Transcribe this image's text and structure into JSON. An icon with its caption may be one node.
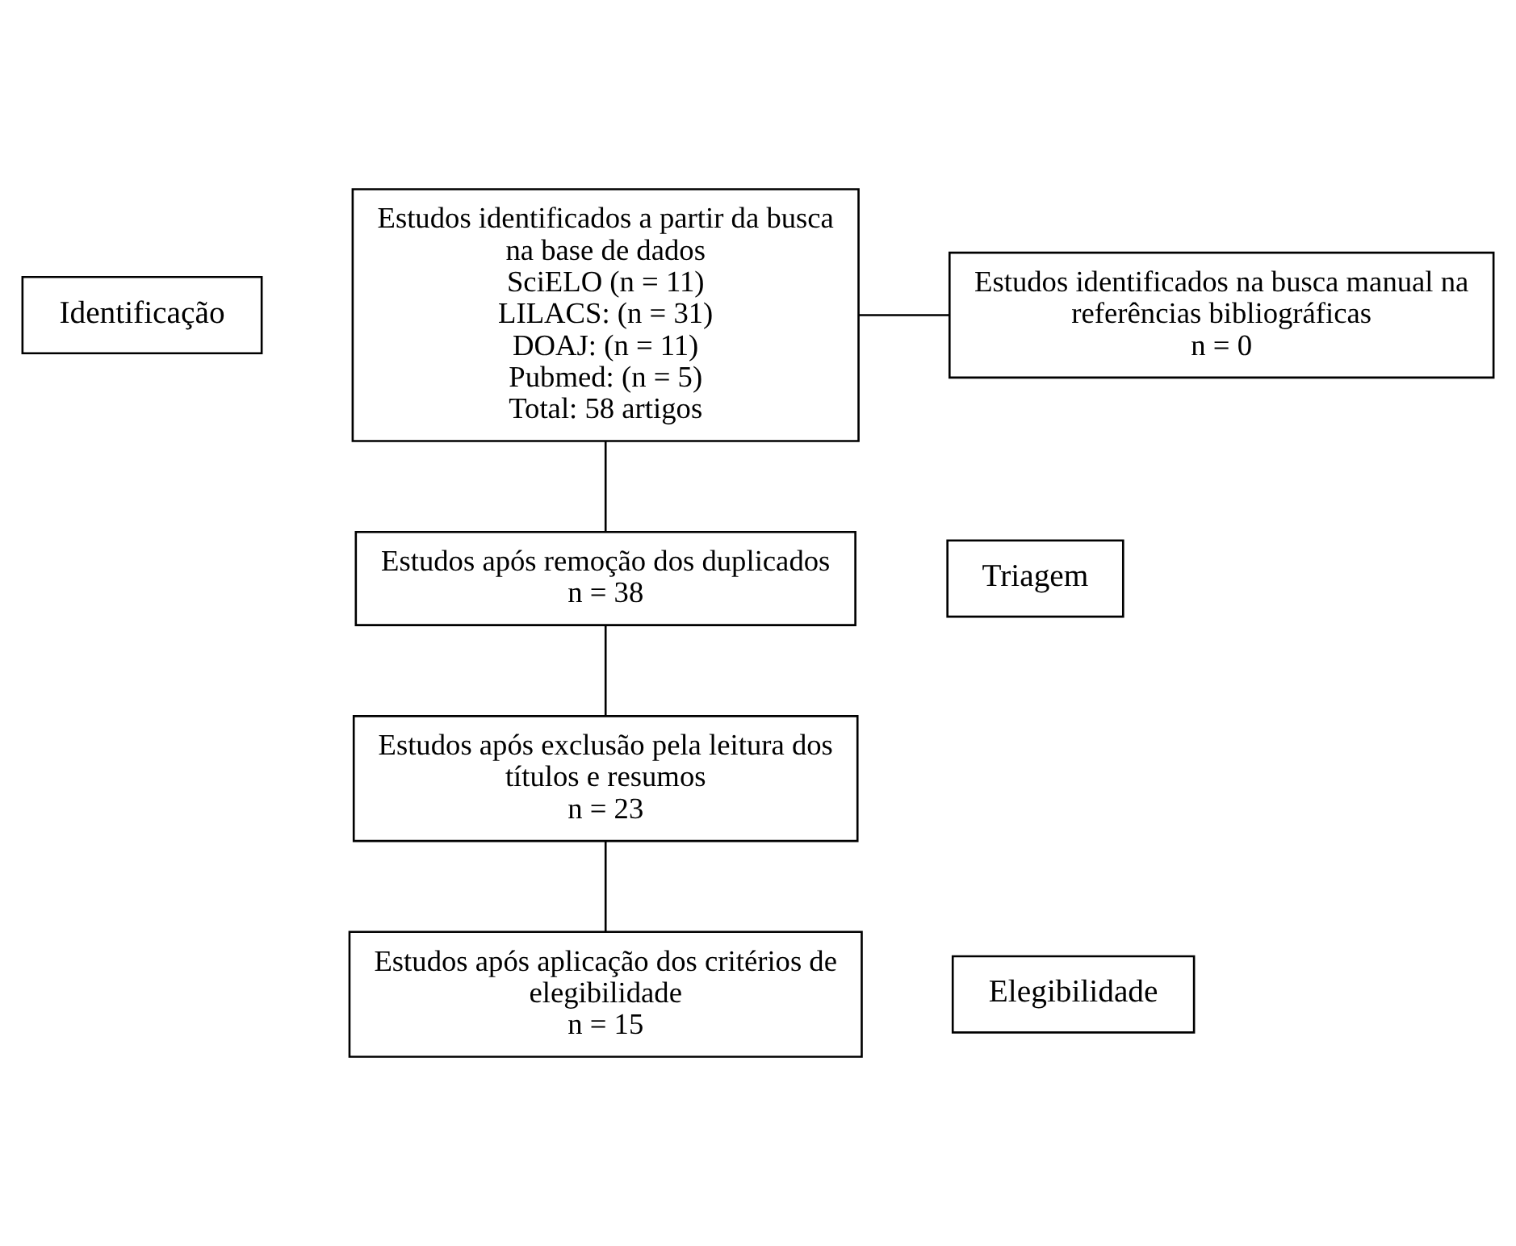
{
  "diagram": {
    "nodes": [
      {
        "text": [
          "Identificação"
        ]
      },
      {
        "text": [
          "Estudos identificados a partir da busca na base de dados",
          "SciELO (n = 11)",
          "LILACS: (n = 31)",
          "DOAJ: (n = 11)",
          "Pubmed: (n = 5)",
          "Total: 58 artigos"
        ]
      },
      {
        "text": [
          "Estudos identificados na busca manual na referências bibliográficas",
          "n = 0"
        ]
      },
      {
        "text": [
          "Triagem"
        ]
      },
      {
        "text": [
          "Estudos após remoção dos duplicados",
          "n = 38"
        ]
      },
      {
        "text": [
          "Estudos após exclusão pela leitura dos títulos e resumos",
          "n = 23"
        ]
      },
      {
        "text": [
          "Elegibilidade"
        ]
      },
      {
        "text": [
          "Estudos após aplicação dos critérios de elegibilidade",
          "n = 15"
        ]
      }
    ],
    "edges": [
      {
        "from": 1,
        "to": 2,
        "arrow": "none"
      },
      {
        "from": 1,
        "to": 4,
        "arrow": "none"
      },
      {
        "from": 4,
        "to": 5,
        "arrow": "none"
      },
      {
        "from": 5,
        "to": 7,
        "arrow": "none"
      }
    ]
  }
}
